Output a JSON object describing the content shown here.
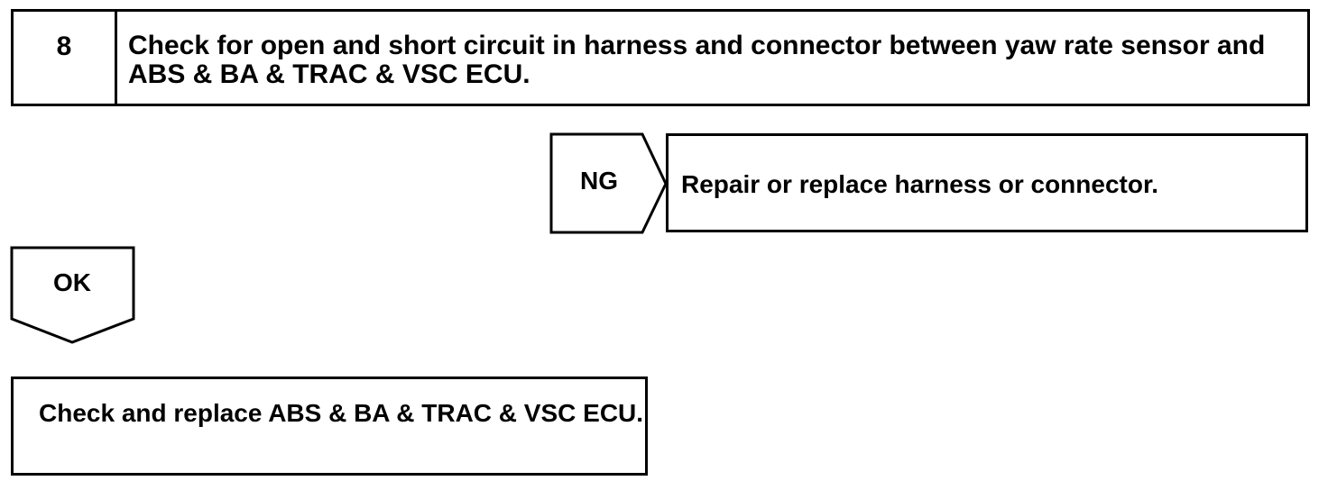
{
  "step": {
    "number": "8",
    "text": "Check for open and short circuit in harness and connector between yaw rate sensor and ABS & BA & TRAC & VSC ECU."
  },
  "ng_branch": {
    "label": "NG",
    "result": "Repair or replace harness or connector."
  },
  "ok_branch": {
    "label": "OK"
  },
  "final_step": {
    "text": "Check and replace ABS & BA & TRAC & VSC ECU."
  }
}
